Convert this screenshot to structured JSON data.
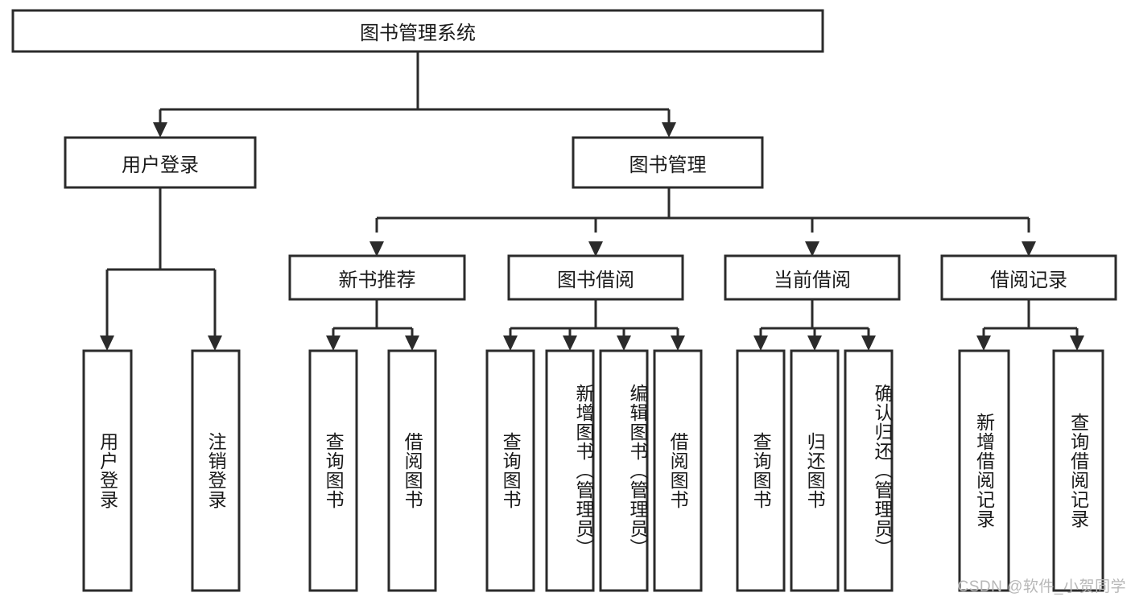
{
  "diagram": {
    "type": "tree-hierarchy",
    "title": "图书管理系统",
    "root": {
      "label": "图书管理系统",
      "shape": "rect",
      "orientation": "horizontal"
    },
    "level1": [
      {
        "label": "用户登录",
        "orientation": "horizontal"
      },
      {
        "label": "图书管理",
        "orientation": "horizontal"
      }
    ],
    "level2": [
      {
        "label": "新书推荐",
        "orientation": "horizontal",
        "parent": "图书管理"
      },
      {
        "label": "图书借阅",
        "orientation": "horizontal",
        "parent": "图书管理"
      },
      {
        "label": "当前借阅",
        "orientation": "horizontal",
        "parent": "图书管理"
      },
      {
        "label": "借阅记录",
        "orientation": "horizontal",
        "parent": "图书管理"
      }
    ],
    "leaves": [
      {
        "label": "用户登录",
        "orientation": "vertical",
        "parent": "用户登录"
      },
      {
        "label": "注销登录",
        "orientation": "vertical",
        "parent": "用户登录"
      },
      {
        "label": "查询图书",
        "orientation": "vertical",
        "parent": "新书推荐"
      },
      {
        "label": "借阅图书",
        "orientation": "vertical",
        "parent": "新书推荐"
      },
      {
        "label": "查询图书",
        "orientation": "vertical",
        "parent": "图书借阅"
      },
      {
        "label": "新增图书（管理员）",
        "orientation": "vertical",
        "parent": "图书借阅"
      },
      {
        "label": "编辑图书（管理员）",
        "orientation": "vertical",
        "parent": "图书借阅"
      },
      {
        "label": "借阅图书",
        "orientation": "vertical",
        "parent": "图书借阅"
      },
      {
        "label": "查询图书",
        "orientation": "vertical",
        "parent": "当前借阅"
      },
      {
        "label": "归还图书",
        "orientation": "vertical",
        "parent": "当前借阅"
      },
      {
        "label": "确认归还（管理员）",
        "orientation": "vertical",
        "parent": "当前借阅"
      },
      {
        "label": "新增借阅记录",
        "orientation": "vertical",
        "parent": "借阅记录"
      },
      {
        "label": "查询借阅记录",
        "orientation": "vertical",
        "parent": "借阅记录"
      }
    ],
    "colors": {
      "stroke": "#2b2b2b",
      "fill": "#ffffff",
      "text": "#1a1a1a",
      "watermark": "#b8b8b8"
    }
  },
  "watermark": {
    "text": "CSDN @软件_小贺同学"
  }
}
